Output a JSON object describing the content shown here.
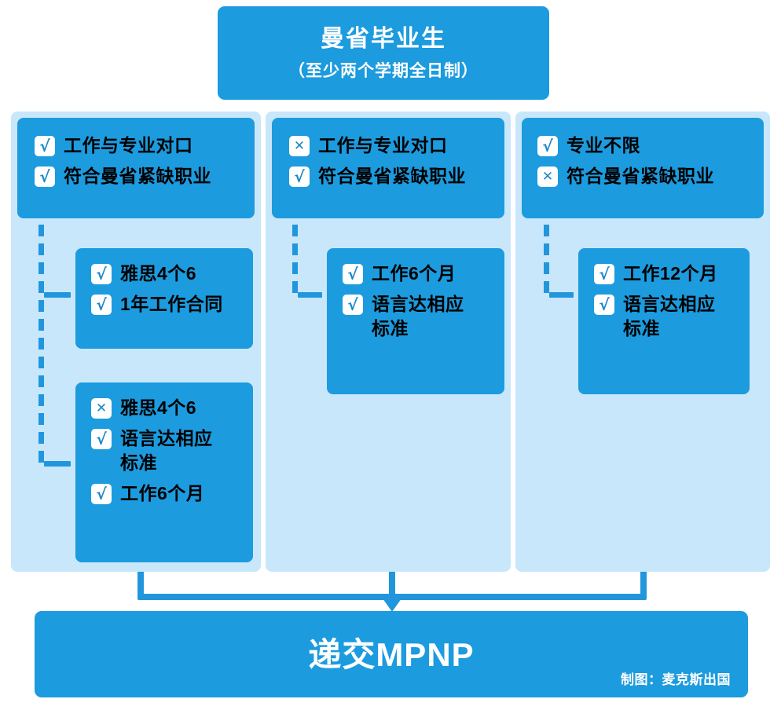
{
  "colors": {
    "brand_blue": "#1C9BDE",
    "line_blue": "#2196DD",
    "panel_light_blue": "#C8E7FA",
    "mark_blue": "#1C88C8",
    "text_white": "#FFFFFF",
    "background": "#FFFFFF"
  },
  "title": {
    "main": "曼省毕业生",
    "sub": "（至少两个学期全日制）"
  },
  "icons": {
    "check": "√",
    "cross": "✕"
  },
  "columns": [
    {
      "id": "column-1",
      "header": {
        "criteria": [
          {
            "mark": "check",
            "text": "工作与专业对口"
          },
          {
            "mark": "check",
            "text": "符合曼省紧缺职业"
          }
        ]
      },
      "subcards": [
        {
          "id": "subcard-1-1",
          "criteria": [
            {
              "mark": "check",
              "text": "雅思4个6"
            },
            {
              "mark": "check",
              "text": "1年工作合同"
            }
          ]
        },
        {
          "id": "subcard-1-2",
          "criteria": [
            {
              "mark": "cross",
              "text": "雅思4个6"
            },
            {
              "mark": "check",
              "text": "语言达相应\n标准"
            },
            {
              "mark": "check",
              "text": "工作6个月"
            }
          ]
        }
      ]
    },
    {
      "id": "column-2",
      "header": {
        "criteria": [
          {
            "mark": "cross",
            "text": "工作与专业对口"
          },
          {
            "mark": "check",
            "text": "符合曼省紧缺职业"
          }
        ]
      },
      "subcards": [
        {
          "id": "subcard-2-1",
          "criteria": [
            {
              "mark": "check",
              "text": "工作6个月"
            },
            {
              "mark": "check",
              "text": "语言达相应\n标准"
            }
          ]
        }
      ]
    },
    {
      "id": "column-3",
      "header": {
        "criteria": [
          {
            "mark": "check",
            "text": "专业不限"
          },
          {
            "mark": "cross",
            "text": "符合曼省紧缺职业"
          }
        ]
      },
      "subcards": [
        {
          "id": "subcard-3-1",
          "criteria": [
            {
              "mark": "check",
              "text": "工作12个月"
            },
            {
              "mark": "check",
              "text": "语言达相应\n标准"
            }
          ]
        }
      ]
    }
  ],
  "result": {
    "title": "递交MPNP",
    "credit": "制图：麦克斯出国"
  }
}
